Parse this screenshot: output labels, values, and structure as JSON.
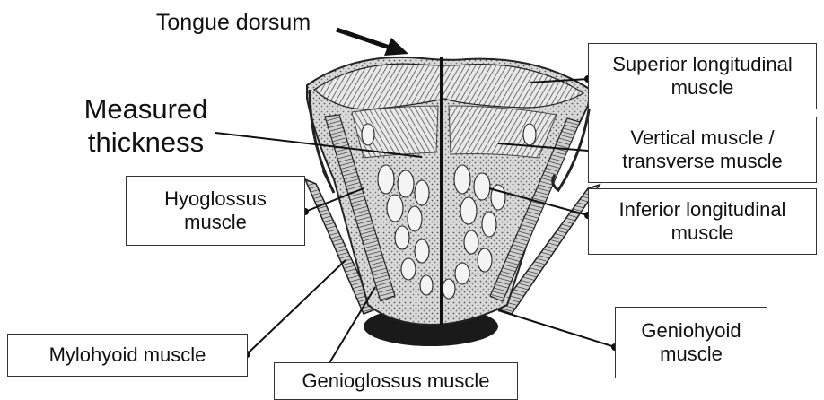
{
  "diagram": {
    "labels": {
      "tongue_dorsum": "Tongue dorsum",
      "measured_thickness_line1": "Measured",
      "measured_thickness_line2": "thickness",
      "superior_longitudinal_line1": "Superior longitudinal",
      "superior_longitudinal_line2": "muscle",
      "vertical_transverse_line1": "Vertical muscle /",
      "vertical_transverse_line2": "transverse muscle",
      "inferior_longitudinal_line1": "Inferior longitudinal",
      "inferior_longitudinal_line2": "muscle",
      "hyoglossus_line1": "Hyoglossus",
      "hyoglossus_line2": "muscle",
      "mylohyoid": "Mylohyoid muscle",
      "genioglossus": "Genioglossus muscle",
      "geniohyoid_line1": "Geniohyoid",
      "geniohyoid_line2": "muscle"
    }
  }
}
